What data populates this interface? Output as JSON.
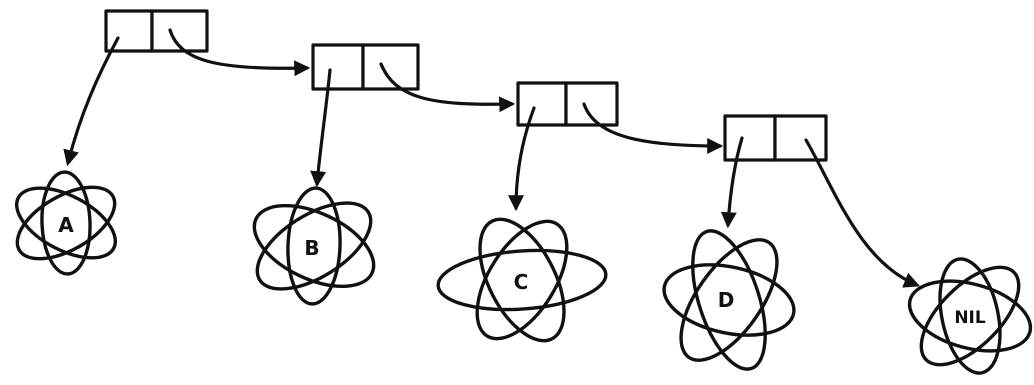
{
  "atoms": [
    {
      "label": "A"
    },
    {
      "label": "B"
    },
    {
      "label": "C"
    },
    {
      "label": "D"
    },
    {
      "label": "NIL"
    }
  ],
  "cons_cells": 4,
  "colors": {
    "ink": "#111111",
    "background": "#ffffff"
  }
}
